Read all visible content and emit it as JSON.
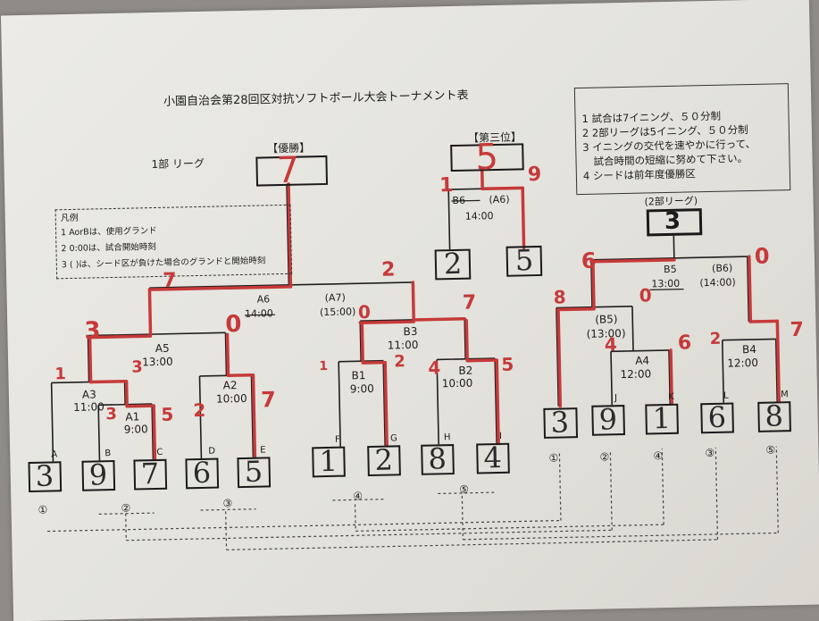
{
  "title": "小園自治会第28回区対抗ソフトボール大会トーナメント表",
  "league1_label": "1部 リーグ",
  "champion": {
    "label": "【優勝】",
    "value": "7"
  },
  "third_place": {
    "label": "【第三位】",
    "value": "5",
    "match": "B6",
    "seed_ref": "(A6)",
    "time": "14:00",
    "team_left": "2",
    "team_right": "5",
    "score_left": "1",
    "score_right": "9"
  },
  "legend": {
    "title": "凡例",
    "lines": [
      "1 AorBは、使用グランド",
      "2 0:00は、試合開始時刻",
      "3 ( )は、シード区が負けた場合のグランドと開始時刻"
    ]
  },
  "notes": {
    "lines": [
      "1 試合は7イニング、５０分制",
      "2 2部リーグは5イニング、５０分制",
      "3 イニングの交代を速やかに行って、",
      "試合時間の短縮に努めて下さい。",
      "4 シードは前年度優勝区"
    ]
  },
  "league2": {
    "label": "(2部リーグ)",
    "winner": "3"
  },
  "matches": {
    "a6": {
      "code": "A6",
      "time": "14:00"
    },
    "a7": {
      "code": "(A7)",
      "time": "(15:00)"
    },
    "a5": {
      "code": "A5",
      "time": "13:00"
    },
    "a3": {
      "code": "A3",
      "time": "11:00"
    },
    "a1": {
      "code": "A1",
      "time": "9:00"
    },
    "a2": {
      "code": "A2",
      "time": "10:00"
    },
    "b3": {
      "code": "B3",
      "time": "11:00"
    },
    "b1": {
      "code": "B1",
      "time": "9:00"
    },
    "b2": {
      "code": "B2",
      "time": "10:00"
    },
    "b5": {
      "code": "B5",
      "time": "13:00"
    },
    "b6": {
      "code": "(B6)",
      "time": "(14:00)"
    },
    "b5b": {
      "code": "(B5)",
      "time": "(13:00)"
    },
    "a4": {
      "code": "A4",
      "time": "12:00"
    },
    "b4": {
      "code": "B4",
      "time": "12:00"
    }
  },
  "teams": [
    {
      "letter": "A",
      "value": "3"
    },
    {
      "letter": "B",
      "value": "9"
    },
    {
      "letter": "C",
      "value": "7"
    },
    {
      "letter": "D",
      "value": "6"
    },
    {
      "letter": "E",
      "value": "5"
    },
    {
      "letter": "F",
      "value": "1"
    },
    {
      "letter": "G",
      "value": "2"
    },
    {
      "letter": "H",
      "value": "8"
    },
    {
      "letter": "I",
      "value": "4"
    },
    {
      "letter": "J",
      "value": "9"
    },
    {
      "letter": "K",
      "value": "1"
    },
    {
      "letter": "L",
      "value": "6"
    },
    {
      "letter": "M",
      "value": "8"
    }
  ],
  "league2_first": "3",
  "scores": {
    "a6_left": "7",
    "a6_right": "2",
    "a5_left": "3",
    "a5_right": "0",
    "a3_left": "1",
    "a3_right": "3",
    "a1_left": "3",
    "a1_right": "5",
    "a2_left": "2",
    "a2_right": "7",
    "b3_left": "0",
    "b3_right": "7",
    "b1_left": "1",
    "b1_right": "2",
    "b2_left": "4",
    "b2_right": "5",
    "b5_left": "6",
    "b5_right": "0",
    "b5b_left": "8",
    "b5b_right": "0",
    "a4_left": "4",
    "a4_right": "6",
    "b4_left": "2",
    "b4_right": "7"
  },
  "circle_marks": [
    "①",
    "②",
    "③",
    "④",
    "⑤"
  ]
}
